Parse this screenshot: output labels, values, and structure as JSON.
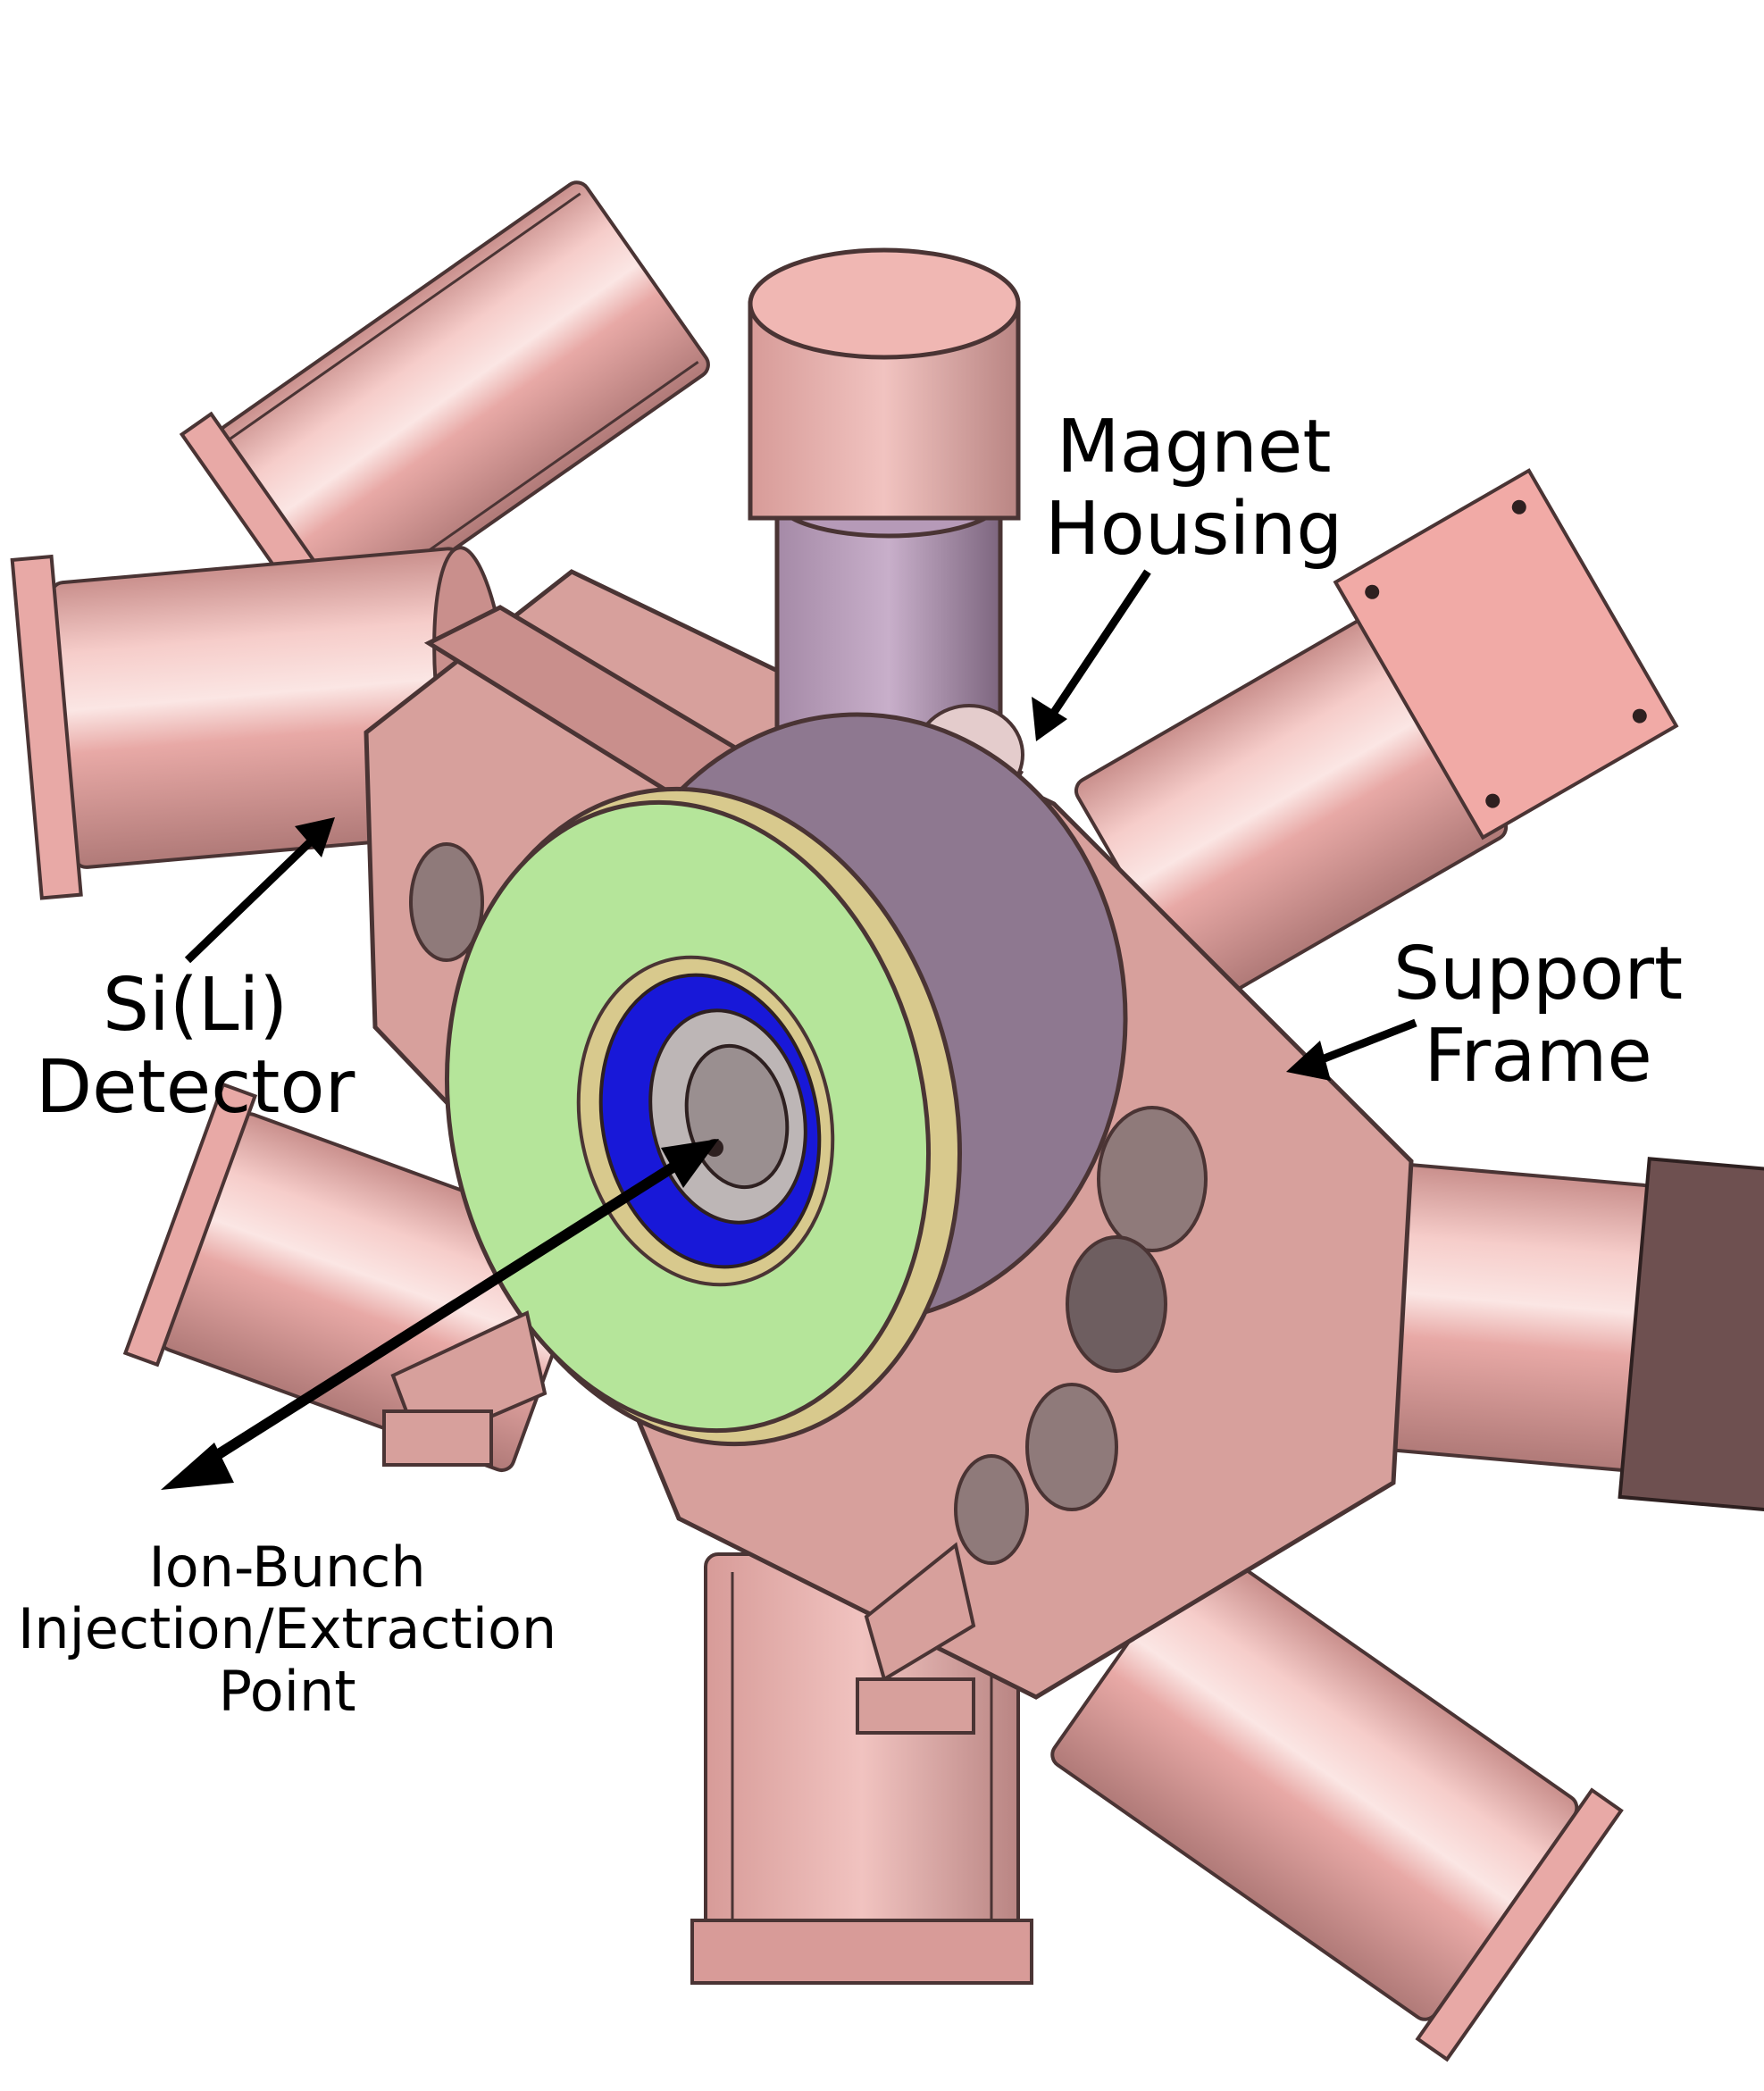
{
  "labels": {
    "magnet_housing": [
      "Magnet",
      "Housing"
    ],
    "support_frame": [
      "Support",
      "Frame"
    ],
    "sili_detector": [
      "Si(Li)",
      "Detector"
    ],
    "ion_bunch": [
      "Ion-Bunch",
      "Injection/Extraction",
      "Point"
    ]
  },
  "colors": {
    "body": "#e8a9a6",
    "body_dark": "#b98583",
    "frame": "#d7a09c",
    "chamber": "#b69ab8",
    "chamber_dark": "#8e7890",
    "flange": "#b5e59a",
    "flange_rim": "#d8c98d",
    "port_blue": "#1818d8",
    "metal_grey": "#9a8f90",
    "edge": "#4a3434",
    "arrow": "#000000"
  }
}
